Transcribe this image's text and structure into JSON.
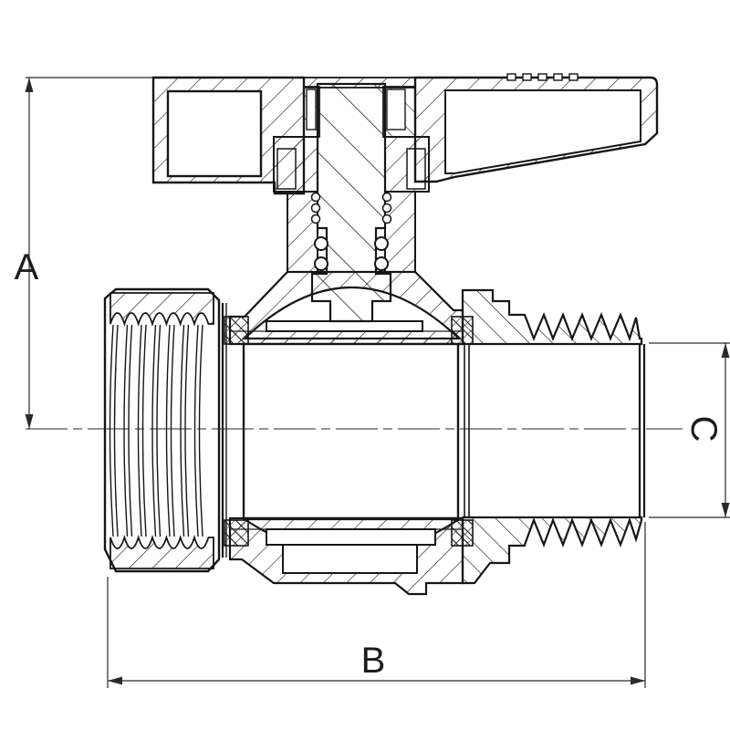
{
  "page": {
    "background_color": "#ffffff",
    "line_color": "#161616",
    "dimension_line_color": "#2a2a2a"
  },
  "drawing": {
    "labels": {
      "a": "A",
      "b": "B",
      "c": "C"
    }
  }
}
